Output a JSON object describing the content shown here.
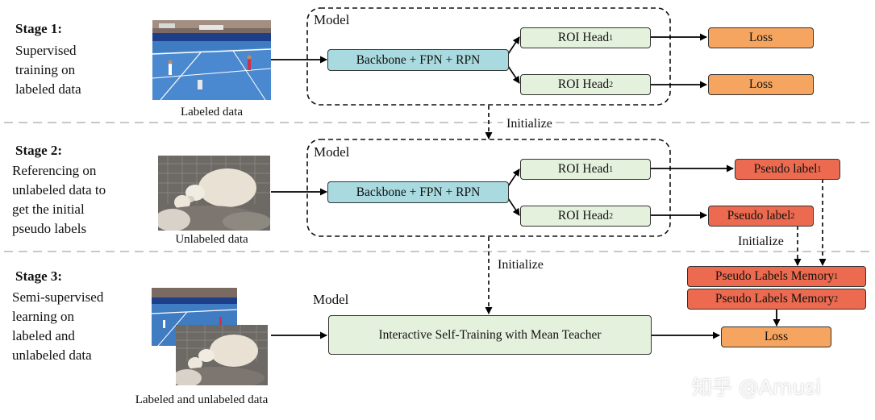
{
  "stages": [
    {
      "title": "Stage 1:",
      "description": "Supervised\ntraining on\nlabeled data",
      "image_caption": "Labeled data"
    },
    {
      "title": "Stage 2:",
      "description": "Referencing on\nunlabeled data to\nget the initial\npseudo labels",
      "image_caption": "Unlabeled data"
    },
    {
      "title": "Stage 3:",
      "description": "Semi-supervised\nlearning on\nlabeled and\nunlabeled data",
      "image_caption": "Labeled and unlabeled data"
    }
  ],
  "model_label": "Model",
  "backbone_label": "Backbone + FPN + RPN",
  "roi_head": "ROI Head",
  "loss_label": "Loss",
  "pseudo_label": "Pseudo label",
  "memory_label": "Pseudo Labels Memory",
  "sub1": "1",
  "sub2": "2",
  "initialize_label": "Initialize",
  "interactive_label": "Interactive Self-Training with Mean Teacher",
  "watermark": "知乎 @Amusi",
  "colors": {
    "backbone": "#a9dadf",
    "roi_head": "#e4f1dd",
    "loss": "#f5a55f",
    "pseudo": "#ec6a4f"
  }
}
